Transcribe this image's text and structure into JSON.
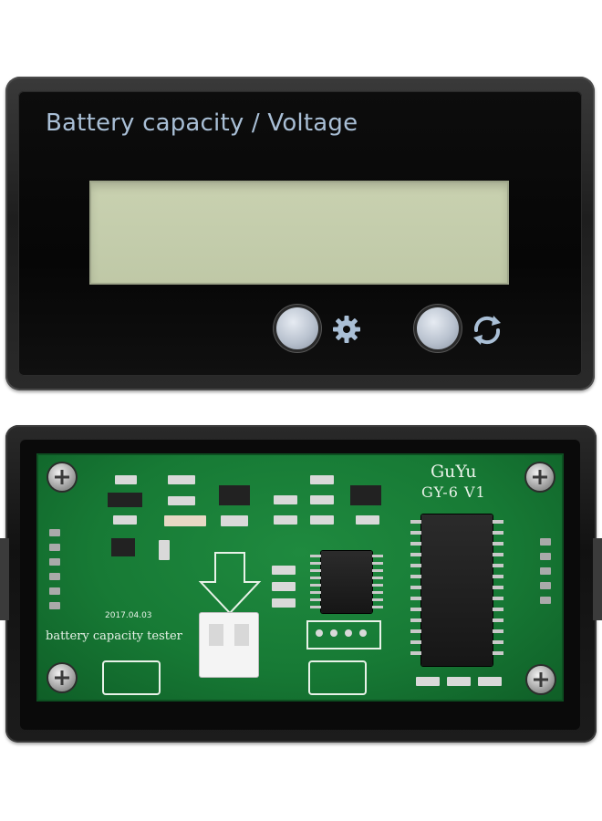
{
  "front_panel": {
    "title": "Battery capacity / Voltage",
    "icons": [
      "gear-icon",
      "refresh-icon"
    ]
  },
  "pcb": {
    "brand": "GuYu",
    "model": "GY-6  V1",
    "date": "2017.04.03",
    "label": "battery capacity tester"
  },
  "colors": {
    "lcd": "#c5cdab",
    "title_text": "#a9bfd6",
    "pcb_green": "#177a35",
    "case_black": "#111111"
  }
}
